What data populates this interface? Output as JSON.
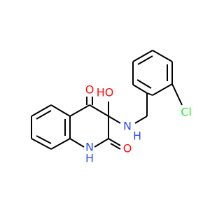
{
  "colors": {
    "carbon_bond": "#000000",
    "oxygen": "#ff0d0d",
    "nitrogen": "#3050f8",
    "chlorine": "#1ff01f",
    "background": "#ffffff"
  },
  "atoms": {
    "o_ketone": "O",
    "o_lactam": "O",
    "hydroxyl": "HO",
    "amine_n": "N",
    "amine_h": "H",
    "ring_n": "N",
    "ring_h": "H",
    "chlorine": "Cl"
  }
}
